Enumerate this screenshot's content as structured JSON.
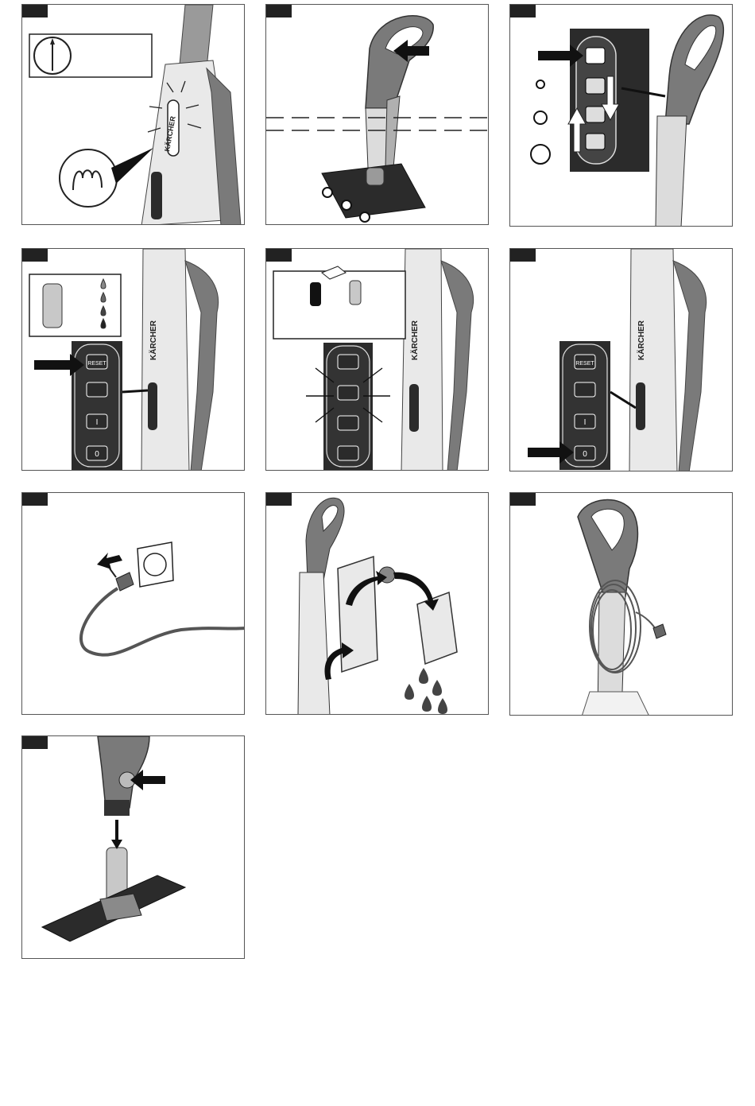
{
  "brand": "KÄRCHER",
  "buttons": {
    "reset": "RESET",
    "on": "I",
    "off": "0"
  },
  "colors": {
    "handle_grey": "#7a7a7a",
    "handle_dark": "#4a4a4a",
    "body_light": "#e9e9e9",
    "panel_dark": "#2b2b2b",
    "arrow": "#111111",
    "frame": "#555555"
  },
  "icons": [
    "clock-icon",
    "heating-coil-icon",
    "steam-drop-icon",
    "arrow-icon",
    "filter-cartridge-icon",
    "water-drop-icon",
    "plug-icon",
    "socket-icon",
    "cord-icon",
    "cleaning-pad-icon"
  ]
}
